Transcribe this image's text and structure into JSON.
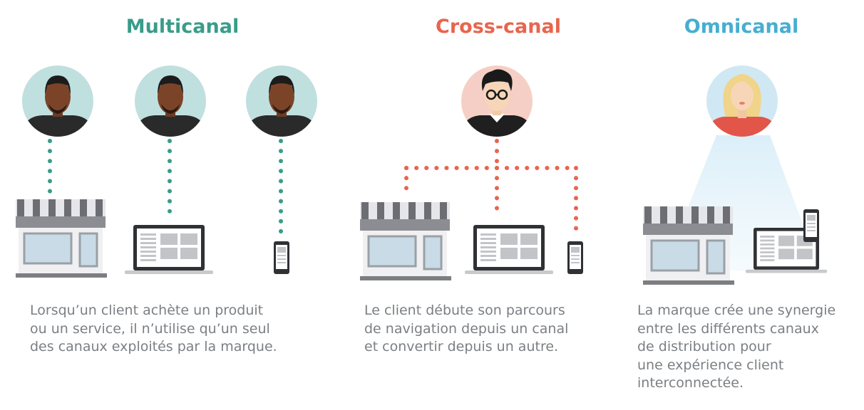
{
  "columns": [
    {
      "title": "Multicanal",
      "color": "#3a9c8a",
      "description_lines": [
        "Lorsqu’un client achète un produit",
        "ou un service, il n’utilise qu’un seul",
        "des canaux exploités par la marque."
      ]
    },
    {
      "title": "Cross-canal",
      "color": "#e8654d",
      "description_lines": [
        "Le client débute son parcours",
        "de navigation depuis un canal",
        "et convertir depuis un autre."
      ]
    },
    {
      "title": "Omnicanal",
      "color": "#46aed1",
      "description_lines": [
        "La marque crée une synergie",
        "entre les différents canaux",
        "de distribution pour",
        "une expérience client",
        "interconnectée."
      ]
    }
  ],
  "icons": {
    "customer_multicanal": "male-customer-avatar-icon",
    "customer_crosscanal": "glasses-customer-avatar-icon",
    "customer_omnicanal": "female-customer-avatar-icon",
    "store": "storefront-icon",
    "laptop": "laptop-icon",
    "phone": "smartphone-icon"
  }
}
